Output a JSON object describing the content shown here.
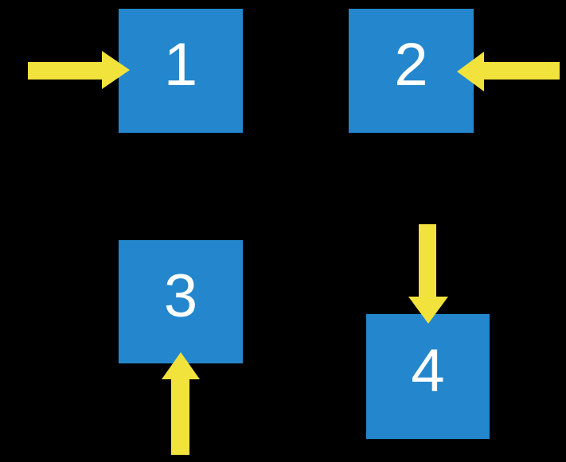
{
  "canvas": {
    "background": "#000000"
  },
  "colors": {
    "square_blue": "#2487CD",
    "arrow_yellow": "#F2E23C",
    "digit_white": "#FFFFFF",
    "background_black": "#000000"
  },
  "squares": [
    {
      "label": "1",
      "arrow_from": "left"
    },
    {
      "label": "2",
      "arrow_from": "right"
    },
    {
      "label": "3",
      "arrow_from": "bottom"
    },
    {
      "label": "4",
      "arrow_from": "top"
    }
  ],
  "arrows": [
    {
      "icon": "arrow-right-icon",
      "direction": "right",
      "points_at": "1"
    },
    {
      "icon": "arrow-left-icon",
      "direction": "left",
      "points_at": "2"
    },
    {
      "icon": "arrow-up-icon",
      "direction": "up",
      "points_at": "3"
    },
    {
      "icon": "arrow-down-icon",
      "direction": "down",
      "points_at": "4"
    }
  ]
}
